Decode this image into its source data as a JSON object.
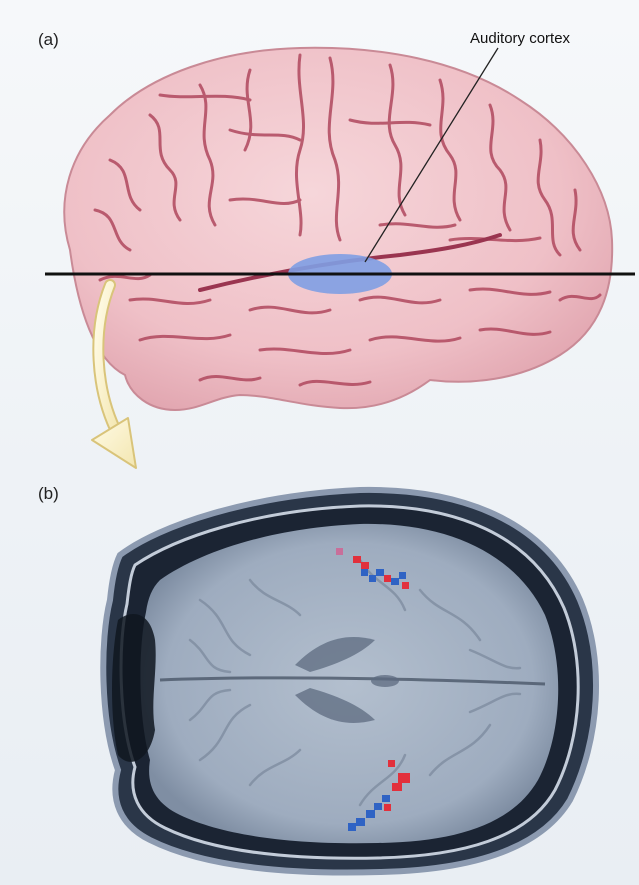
{
  "panels": {
    "a": {
      "label": "(a)"
    },
    "b": {
      "label": "(b)"
    }
  },
  "callouts": {
    "auditory_cortex": "Auditory cortex"
  },
  "colors": {
    "brain_fill": "#f2c9cf",
    "brain_sulci": "#b0485e",
    "auditory_region": "#7f9fe3",
    "scan_dark": "#1f2a38",
    "scan_tissue": "#a9b6c8",
    "activation_red": "#e2303c",
    "activation_blue": "#2f63c4"
  }
}
